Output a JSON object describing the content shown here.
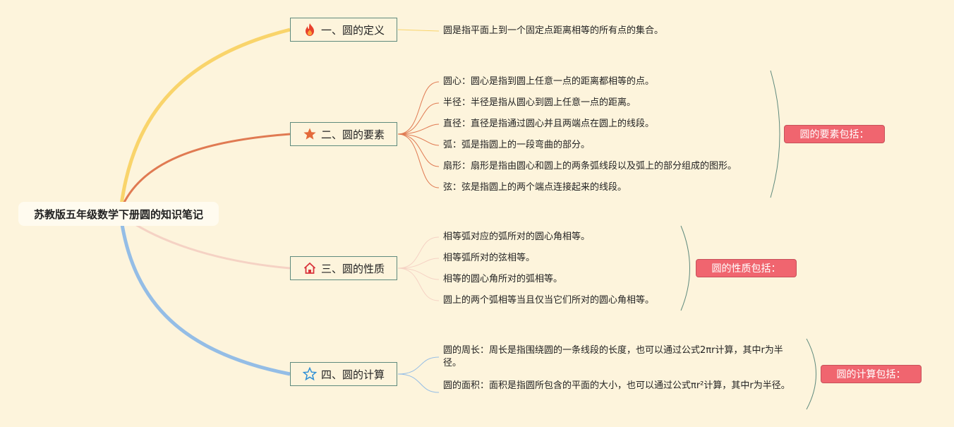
{
  "root": {
    "title": "苏教版五年级数学下册圆的知识笔记"
  },
  "topics": [
    {
      "label": "一、圆的定义",
      "icon": "fire-icon",
      "color": "#f9d46b"
    },
    {
      "label": "二、圆的要素",
      "icon": "star-icon",
      "color": "#e07a52"
    },
    {
      "label": "三、圆的性质",
      "icon": "house-icon",
      "color": "#f5d2c4"
    },
    {
      "label": "四、圆的计算",
      "icon": "star-outline-icon",
      "color": "#94bde6"
    }
  ],
  "definition": {
    "text": "圆是指平面上到一个固定点距离相等的所有点的集合。"
  },
  "elements": [
    "圆心：圆心是指到圆上任意一点的距离都相等的点。",
    "半径：半径是指从圆心到圆上任意一点的距离。",
    "直径：直径是指通过圆心并且两端点在圆上的线段。",
    "弧：弧是指圆上的一段弯曲的部分。",
    "扇形：扇形是指由圆心和圆上的两条弧线段以及弧上的部分组成的图形。",
    "弦：弦是指圆上的两个端点连接起来的线段。"
  ],
  "properties": [
    "相等弧对应的弧所对的圆心角相等。",
    "相等弧所对的弦相等。",
    "相等的圆心角所对的弧相等。",
    "圆上的两个弧相等当且仅当它们所对的圆心角相等。"
  ],
  "calculations": [
    "圆的周长：周长是指围绕圆的一条线段的长度，也可以通过公式2πr计算，其中r为半径。",
    "圆的面积：面积是指圆所包含的平面的大小，也可以通过公式πr²计算，其中r为半径。"
  ],
  "summaries": {
    "elements": "圆的要素包括：",
    "properties": "圆的性质包括：",
    "calculations": "圆的计算包括："
  }
}
